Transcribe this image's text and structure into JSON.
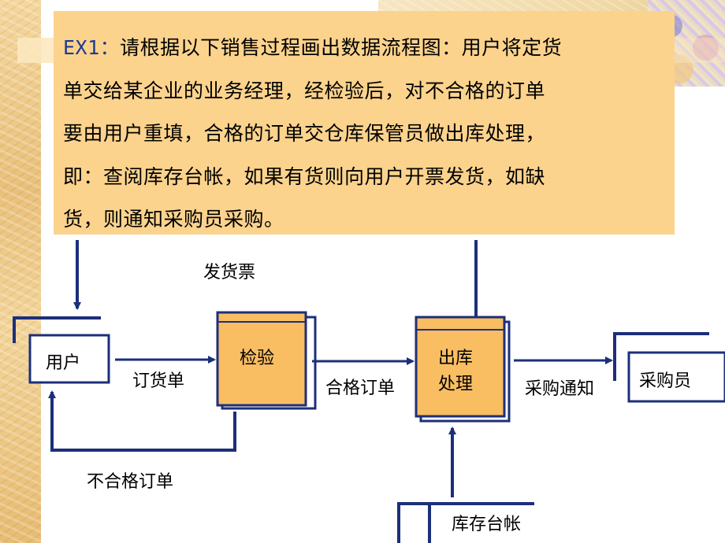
{
  "problem": {
    "prefix": "EX1：",
    "line1": "请根据以下销售过程画出数据流程图：用户将定货",
    "line2": "单交给某企业的业务经理，经检验后，对不合格的订单",
    "line3": "要由用户重填，合格的订单交仓库保管员做出库处理，",
    "line4": "即：查阅库存台帐，如果有货则向用户开票发货，如缺",
    "line5": "货，则通知采购员采购。"
  },
  "diagram": {
    "entities": {
      "user": "用户",
      "buyer": "采购员"
    },
    "processes": {
      "inspect": "检验",
      "outbound_line1": "出库",
      "outbound_line2": "处理"
    },
    "data_store": "库存台帐",
    "flows": {
      "invoice": "发货票",
      "order": "订货单",
      "qualified_order": "合格订单",
      "purchase_notice": "采购通知",
      "unqualified_order": "不合格订单"
    }
  },
  "colors": {
    "panel_background": "#fbd38d",
    "process_fill": "#f9bd62",
    "line_color": "#1c2f7a",
    "ex_label": "#1f3a93"
  }
}
